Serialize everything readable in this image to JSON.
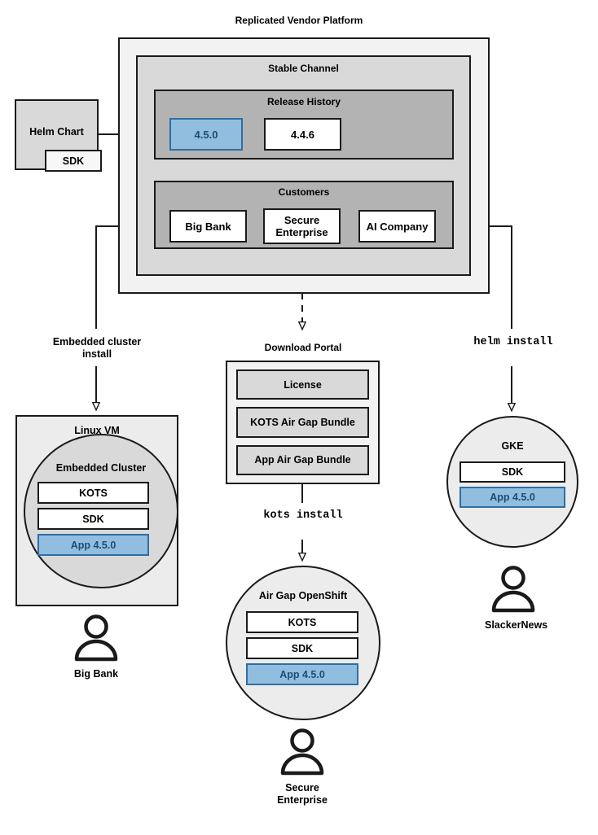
{
  "diagram": {
    "title": "Replicated Vendor Platform",
    "platform": {
      "stable_channel": {
        "label": "Stable Channel",
        "release_history": {
          "label": "Release History",
          "releases": [
            {
              "version": "4.5.0",
              "highlight": true
            },
            {
              "version": "4.4.6",
              "highlight": false
            }
          ]
        },
        "customers": {
          "label": "Customers",
          "items": [
            {
              "name": "Big Bank"
            },
            {
              "name": "Secure\nEnterprise"
            },
            {
              "name": "AI Company"
            }
          ]
        }
      }
    },
    "helm_chart": {
      "label": "Helm Chart",
      "sdk_label": "SDK"
    },
    "download_portal": {
      "title": "Download Portal",
      "items": [
        "License",
        "KOTS Air Gap Bundle",
        "App Air Gap Bundle"
      ]
    },
    "targets": {
      "linux_vm": {
        "label": "Linux VM",
        "cluster_label": "Embedded Cluster",
        "stack": [
          {
            "name": "KOTS",
            "highlight": false
          },
          {
            "name": "SDK",
            "highlight": false
          },
          {
            "name": "App 4.5.0",
            "highlight": true
          }
        ]
      },
      "openshift": {
        "label": "Air Gap OpenShift",
        "stack": [
          {
            "name": "KOTS",
            "highlight": false
          },
          {
            "name": "SDK",
            "highlight": false
          },
          {
            "name": "App 4.5.0",
            "highlight": true
          }
        ]
      },
      "gke": {
        "label": "GKE",
        "stack": [
          {
            "name": "SDK",
            "highlight": false
          },
          {
            "name": "App 4.5.0",
            "highlight": true
          }
        ]
      }
    },
    "actors": [
      {
        "id": "big-bank",
        "label": "Big Bank"
      },
      {
        "id": "secure-enterprise",
        "label": "Secure\nEnterprise"
      },
      {
        "id": "slackernews",
        "label": "SlackerNews"
      }
    ],
    "edge_labels": {
      "embedded_install": "Embedded cluster\ninstall",
      "kots_install": "kots install",
      "helm_install": "helm install"
    },
    "colors": {
      "highlight_fill": "#91bedf",
      "highlight_border": "#2f6ea5",
      "highlight_text": "#1a4d75",
      "stroke": "#1a1a1a",
      "platform_outer": "#f2f2f2",
      "channel": "#d9d9d9",
      "inner": "#b3b3b3"
    }
  }
}
